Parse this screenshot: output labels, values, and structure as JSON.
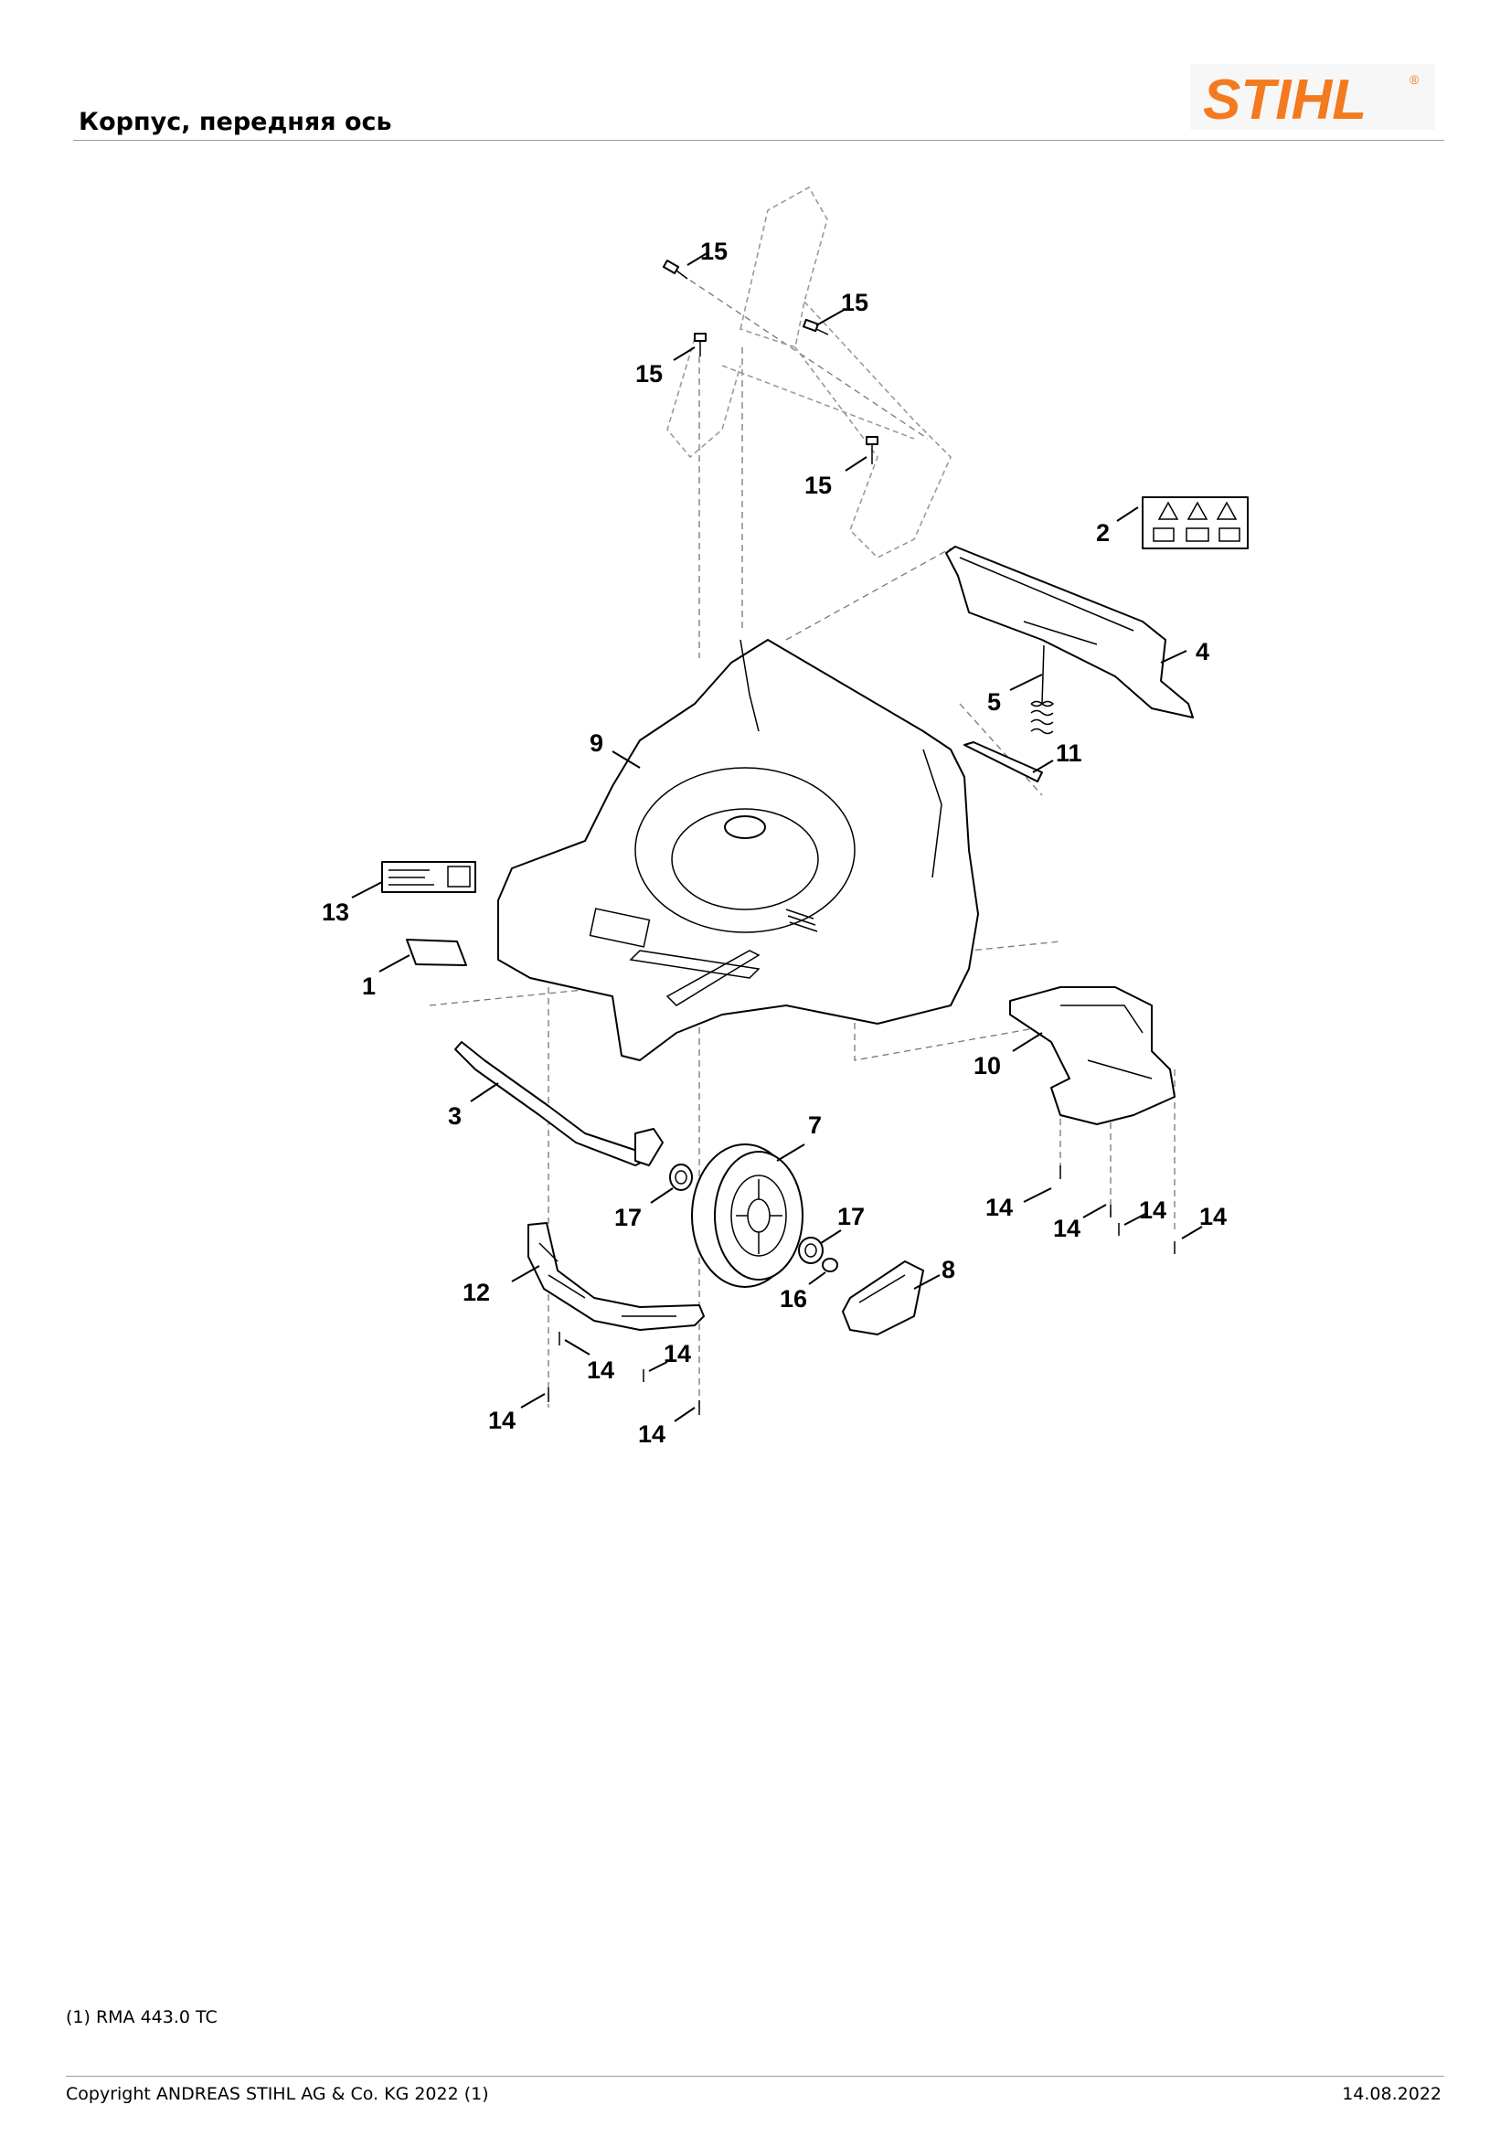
{
  "header": {
    "title": "Корпус, передняя ось",
    "logo_text": "STIHL",
    "logo_mark": "®",
    "brand_color": "#F37A1F"
  },
  "diagram": {
    "callouts": [
      {
        "id": "c15a",
        "label": "15"
      },
      {
        "id": "c15b",
        "label": "15"
      },
      {
        "id": "c15c",
        "label": "15"
      },
      {
        "id": "c15d",
        "label": "15"
      },
      {
        "id": "c2",
        "label": "2"
      },
      {
        "id": "c4",
        "label": "4"
      },
      {
        "id": "c5",
        "label": "5"
      },
      {
        "id": "c9",
        "label": "9"
      },
      {
        "id": "c11",
        "label": "11"
      },
      {
        "id": "c13",
        "label": "13"
      },
      {
        "id": "c1",
        "label": "1"
      },
      {
        "id": "c10",
        "label": "10"
      },
      {
        "id": "c3",
        "label": "3"
      },
      {
        "id": "c7",
        "label": "7"
      },
      {
        "id": "c17a",
        "label": "17"
      },
      {
        "id": "c17b",
        "label": "17"
      },
      {
        "id": "c16",
        "label": "16"
      },
      {
        "id": "c8",
        "label": "8"
      },
      {
        "id": "c12",
        "label": "12"
      },
      {
        "id": "c14a",
        "label": "14"
      },
      {
        "id": "c14b",
        "label": "14"
      },
      {
        "id": "c14c",
        "label": "14"
      },
      {
        "id": "c14d",
        "label": "14"
      },
      {
        "id": "c14e",
        "label": "14"
      },
      {
        "id": "c14f",
        "label": "14"
      },
      {
        "id": "c14g",
        "label": "14"
      },
      {
        "id": "c14h",
        "label": "14"
      }
    ]
  },
  "footer": {
    "footnote": "(1) RMA 443.0 TC",
    "copyright": "Copyright ANDREAS STIHL AG & Co. KG 2022 (1)",
    "date": "14.08.2022"
  }
}
